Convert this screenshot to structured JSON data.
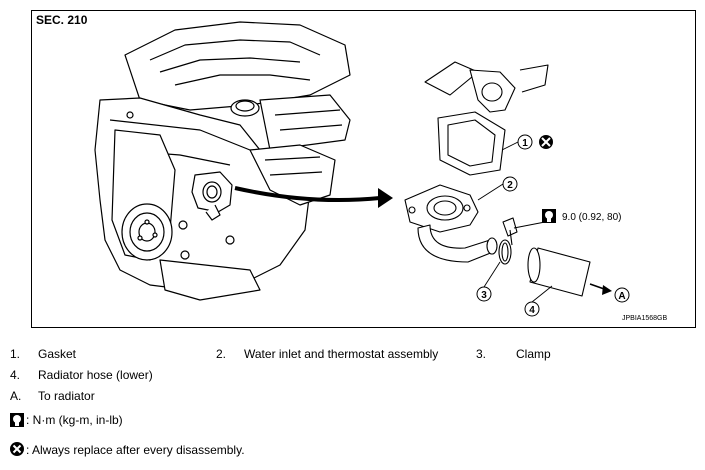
{
  "section": "SEC. 210",
  "figure_code": "JPBIA1568GB",
  "callouts": {
    "c1": "1",
    "c2": "2",
    "c3": "3",
    "c4": "4",
    "cA": "A"
  },
  "torque_value": "9.0 (0.92, 80)",
  "legend": {
    "items": [
      {
        "num": "1.",
        "text": "Gasket"
      },
      {
        "num": "2.",
        "text": "Water inlet and thermostat assembly"
      },
      {
        "num": "3.",
        "text": "Clamp"
      },
      {
        "num": "4.",
        "text": "Radiator hose (lower)"
      },
      {
        "num": "A.",
        "text": "To radiator"
      }
    ],
    "torque_unit": ": N·m (kg-m, in-lb)",
    "replace_note": ": Always replace after every disassembly."
  },
  "icons": [
    "torque-wrench-icon",
    "do-not-reuse-icon"
  ]
}
